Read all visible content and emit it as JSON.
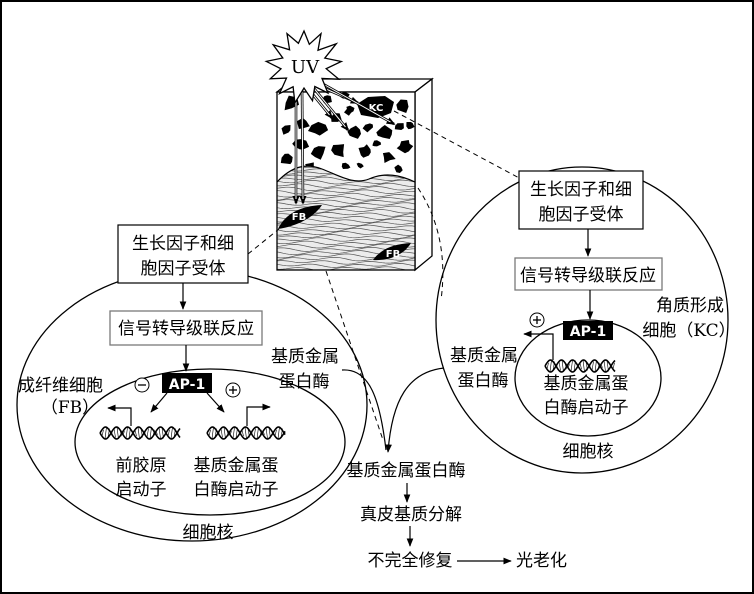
{
  "uv": {
    "label": "UV"
  },
  "skin_block": {
    "keratinocyte_label": "KC",
    "fibroblast_labels": [
      "FB",
      "FB"
    ]
  },
  "fibroblast_cell": {
    "receptor": [
      "生长因子和细",
      "胞因子受体"
    ],
    "signaling": "信号转导级联反应",
    "transcription_factor": "AP-1",
    "cell_name": [
      "成纤维细胞",
      "（FB）"
    ],
    "procollagen_promoter": [
      "前胶原",
      "启动子"
    ],
    "mmp_promoter": [
      "基质金属蛋",
      "白酶启动子"
    ],
    "nucleus": "细胞核",
    "inhibit_icon": "minus-circle-icon",
    "activate_icon": "plus-circle-icon"
  },
  "keratinocyte_cell": {
    "receptor": [
      "生长因子和细",
      "胞因子受体"
    ],
    "signaling": "信号转导级联反应",
    "transcription_factor": "AP-1",
    "cell_name": [
      "角质形成",
      "细胞（KC）"
    ],
    "mmp_output": [
      "基质金属",
      "蛋白酶"
    ],
    "mmp_promoter": [
      "基质金属蛋",
      "白酶启动子"
    ],
    "nucleus": "细胞核",
    "activate_icon": "plus-circle-icon"
  },
  "pathway": {
    "fibroblast_mmp_output": [
      "基质金属",
      "蛋白酶"
    ],
    "mmp": "基质金属蛋白酶",
    "matrix_degradation": "真皮基质分解",
    "incomplete_repair": "不完全修复",
    "result": "光老化"
  }
}
